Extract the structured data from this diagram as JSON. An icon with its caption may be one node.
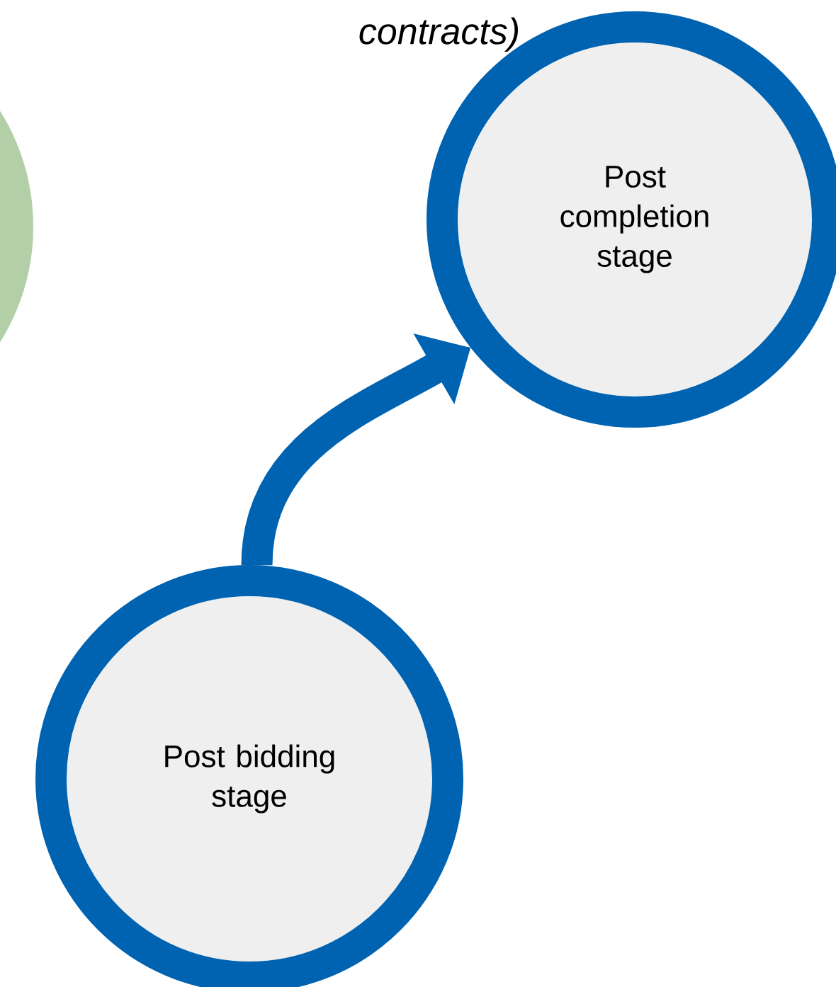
{
  "diagram": {
    "nodes": [
      {
        "text": [
          "Post completion stage"
        ]
      },
      {
        "text": [
          "Post bidding stage"
        ]
      },
      {
        "text": [],
        "shape": "circle"
      }
    ],
    "edges": [
      {
        "from": 1,
        "to": 0,
        "arrow": "to"
      }
    ],
    "labels": [
      "contracts)"
    ]
  }
}
